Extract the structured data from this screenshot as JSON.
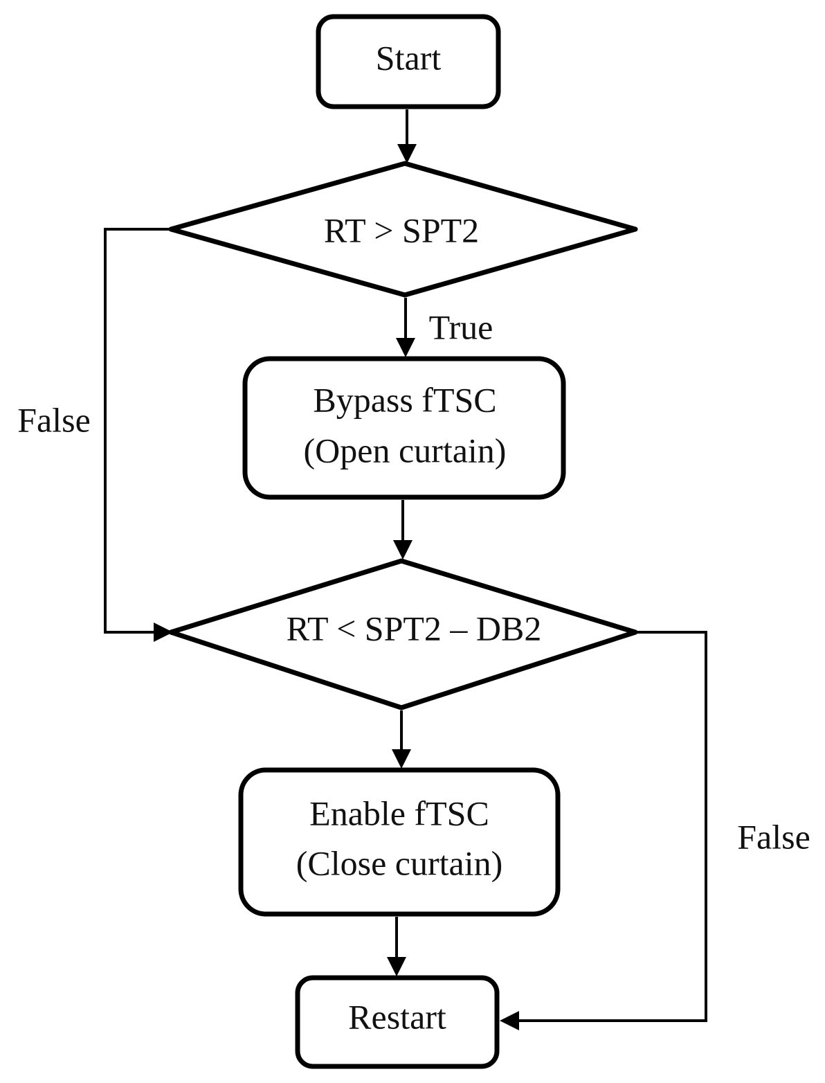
{
  "diagram": {
    "start": "Start",
    "decision1": "RT > SPT2",
    "bypass_line1": "Bypass fTSC",
    "bypass_line2": "(Open curtain)",
    "decision2": "RT < SPT2 – DB2",
    "enable_line1": "Enable fTSC",
    "enable_line2": "(Close curtain)",
    "restart": "Restart",
    "label_true": "True",
    "label_false_left": "False",
    "label_false_right": "False"
  }
}
